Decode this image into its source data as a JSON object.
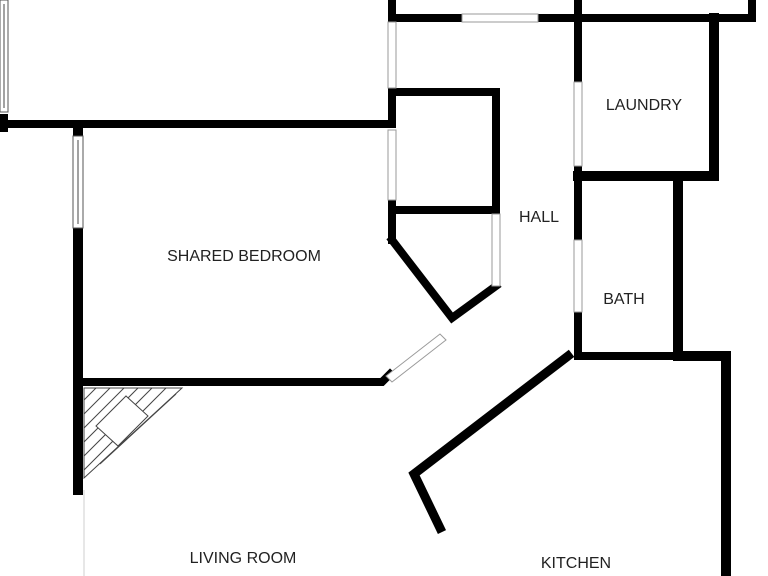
{
  "floor_plan": {
    "colors": {
      "wall": "#000000",
      "background": "#ffffff",
      "label": "#222222"
    },
    "rooms": {
      "shared_bedroom": "SHARED BEDROOM",
      "laundry": "LAUNDRY",
      "hall": "HALL",
      "bath": "BATH",
      "living_room": "LIVING ROOM",
      "kitchen": "KITCHEN"
    }
  }
}
